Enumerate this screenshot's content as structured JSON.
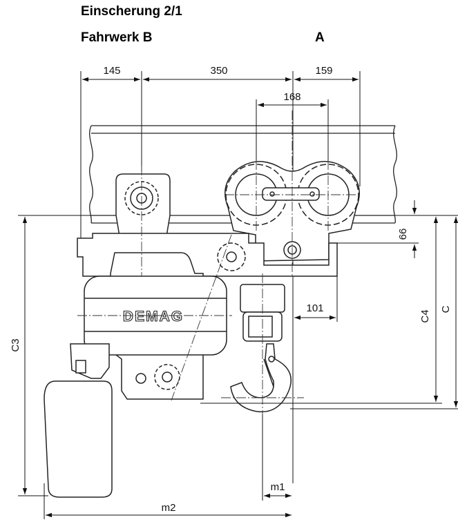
{
  "header": {
    "reeving": "Einscherung 2/1",
    "trolley_label": "Fahrwerk B",
    "variant_label": "A"
  },
  "brand": {
    "logo_text": "DEMAG"
  },
  "dimensions": {
    "d145": "145",
    "d350": "350",
    "d159": "159",
    "d168": "168",
    "d66": "66",
    "d101": "101",
    "C4": "C4",
    "C": "C",
    "C3": "C3",
    "m1": "m1",
    "m2": "m2"
  }
}
